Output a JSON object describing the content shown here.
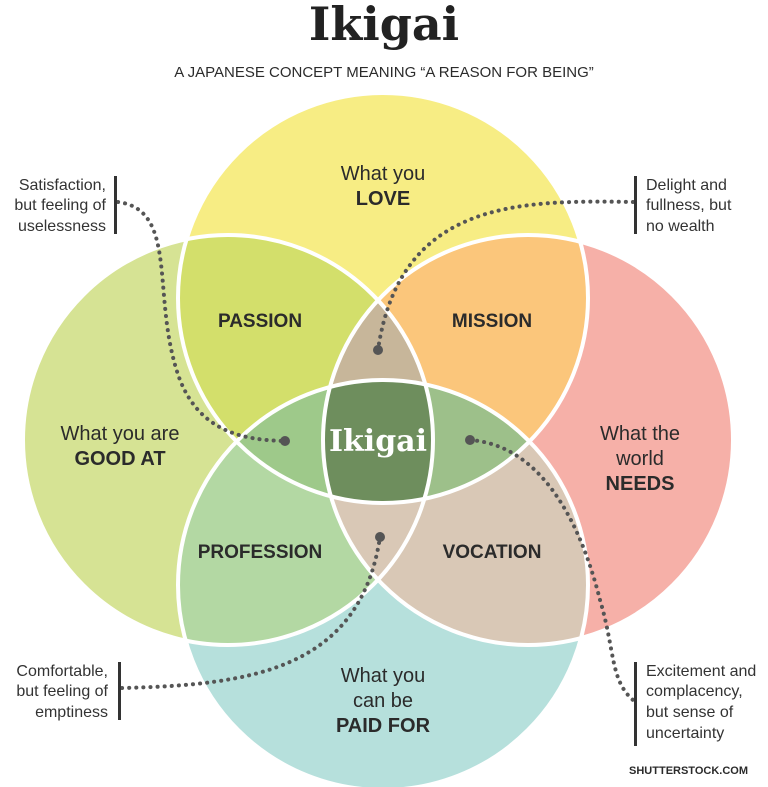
{
  "title": "Ikigai",
  "subtitle": "A JAPANESE CONCEPT MEANING “A REASON FOR BEING”",
  "center_label": "Ikigai",
  "circles": {
    "love": {
      "line1": "What you",
      "line2": "LOVE",
      "color": "#f7ed84"
    },
    "good": {
      "line1": "What you are",
      "line2": "GOOD AT",
      "color": "#d6e394"
    },
    "needs": {
      "line1": "What the",
      "line2": "world",
      "line3": "NEEDS",
      "color": "#f6b0a8"
    },
    "paid": {
      "line1": "What you",
      "line2": "can be",
      "line3": "PAID FOR",
      "color": "#b6e0dc"
    }
  },
  "overlaps": {
    "passion": {
      "label": "PASSION",
      "color": "#d3df6b"
    },
    "mission": {
      "label": "MISSION",
      "color": "#fbc67b"
    },
    "profession": {
      "label": "PROFESSION",
      "color": "#b3d8a3"
    },
    "vocation": {
      "label": "VOCATION",
      "color": "#d9c8b6"
    }
  },
  "annotations": {
    "top_left": [
      "Satisfaction,",
      "but feeling of",
      "uselessness"
    ],
    "top_right": [
      "Delight and",
      "fullness, but",
      "no wealth"
    ],
    "bottom_left": [
      "Comfortable,",
      "but feeling of",
      "emptiness"
    ],
    "bottom_right": [
      "Excitement and",
      "complacency,",
      "but sense of",
      "uncertainty"
    ]
  },
  "credit": "SHUTTERSTOCK.COM"
}
